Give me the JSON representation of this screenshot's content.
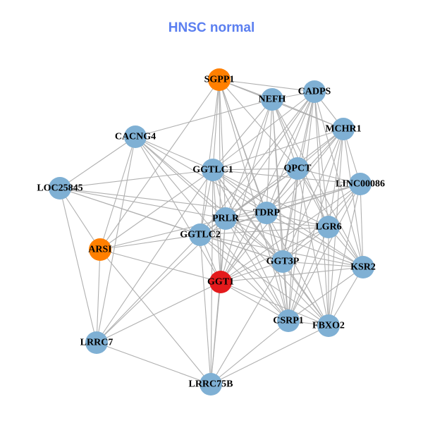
{
  "title": "HNSC normal",
  "colors": {
    "default": "#7fb0d4",
    "orange": "#ff7f00",
    "red": "#e41a1c",
    "edge": "#b0b0b0",
    "title": "#5b7ff0"
  },
  "nodes": [
    {
      "id": "SGPP1",
      "color": "orange"
    },
    {
      "id": "NEFH",
      "color": "default"
    },
    {
      "id": "CADPS",
      "color": "default"
    },
    {
      "id": "MCHR1",
      "color": "default"
    },
    {
      "id": "CACNG4",
      "color": "default"
    },
    {
      "id": "GGTLC1",
      "color": "default"
    },
    {
      "id": "QPCT",
      "color": "default"
    },
    {
      "id": "LINC00086",
      "color": "default"
    },
    {
      "id": "LOC25845",
      "color": "default"
    },
    {
      "id": "PRLR",
      "color": "default"
    },
    {
      "id": "TDRP",
      "color": "default"
    },
    {
      "id": "LGR6",
      "color": "default"
    },
    {
      "id": "GGTLC2",
      "color": "default"
    },
    {
      "id": "ARSI",
      "color": "orange"
    },
    {
      "id": "GGT3P",
      "color": "default"
    },
    {
      "id": "KSR2",
      "color": "default"
    },
    {
      "id": "GGT1",
      "color": "red"
    },
    {
      "id": "CSRP1",
      "color": "default"
    },
    {
      "id": "FBXO2",
      "color": "default"
    },
    {
      "id": "LRRC7",
      "color": "default"
    },
    {
      "id": "LRRC75B",
      "color": "default"
    }
  ],
  "edges": [
    [
      "LOC25845",
      "CACNG4"
    ],
    [
      "LOC25845",
      "GGTLC1"
    ],
    [
      "LOC25845",
      "ARSI"
    ],
    [
      "LOC25845",
      "LRRC7"
    ],
    [
      "LOC25845",
      "PRLR"
    ],
    [
      "LOC25845",
      "GGTLC2"
    ],
    [
      "LOC25845",
      "TDRP"
    ],
    [
      "LOC25845",
      "GGT3P"
    ],
    [
      "CACNG4",
      "NEFH"
    ],
    [
      "CACNG4",
      "GGTLC1"
    ],
    [
      "CACNG4",
      "ARSI"
    ],
    [
      "CACNG4",
      "LRRC7"
    ],
    [
      "CACNG4",
      "PRLR"
    ],
    [
      "CACNG4",
      "GGT3P"
    ],
    [
      "CACNG4",
      "GGT1"
    ],
    [
      "CACNG4",
      "TDRP"
    ],
    [
      "CACNG4",
      "CSRP1"
    ],
    [
      "ARSI",
      "SGPP1"
    ],
    [
      "ARSI",
      "GGTLC2"
    ],
    [
      "ARSI",
      "PRLR"
    ],
    [
      "ARSI",
      "GGT1"
    ],
    [
      "ARSI",
      "LRRC7"
    ],
    [
      "ARSI",
      "LRRC75B"
    ],
    [
      "ARSI",
      "GGTLC1"
    ],
    [
      "LRRC7",
      "GGTLC1"
    ],
    [
      "LRRC7",
      "GGTLC2"
    ],
    [
      "LRRC7",
      "GGT1"
    ],
    [
      "LRRC7",
      "LRRC75B"
    ],
    [
      "LRRC7",
      "PRLR"
    ],
    [
      "SGPP1",
      "NEFH"
    ],
    [
      "SGPP1",
      "CADPS"
    ],
    [
      "SGPP1",
      "GGTLC1"
    ],
    [
      "SGPP1",
      "QPCT"
    ],
    [
      "SGPP1",
      "TDRP"
    ],
    [
      "SGPP1",
      "PRLR"
    ],
    [
      "SGPP1",
      "GGT1"
    ],
    [
      "SGPP1",
      "GGTLC2"
    ],
    [
      "SGPP1",
      "GGT3P"
    ],
    [
      "SGPP1",
      "MCHR1"
    ],
    [
      "SGPP1",
      "CSRP1"
    ],
    [
      "NEFH",
      "CADPS"
    ],
    [
      "NEFH",
      "GGTLC1"
    ],
    [
      "NEFH",
      "QPCT"
    ],
    [
      "NEFH",
      "MCHR1"
    ],
    [
      "NEFH",
      "PRLR"
    ],
    [
      "NEFH",
      "TDRP"
    ],
    [
      "NEFH",
      "LGR6"
    ],
    [
      "NEFH",
      "GGT3P"
    ],
    [
      "NEFH",
      "CSRP1"
    ],
    [
      "NEFH",
      "GGT1"
    ],
    [
      "NEFH",
      "KSR2"
    ],
    [
      "CADPS",
      "GGTLC1"
    ],
    [
      "CADPS",
      "QPCT"
    ],
    [
      "CADPS",
      "MCHR1"
    ],
    [
      "CADPS",
      "PRLR"
    ],
    [
      "CADPS",
      "TDRP"
    ],
    [
      "CADPS",
      "LGR6"
    ],
    [
      "CADPS",
      "GGT3P"
    ],
    [
      "CADPS",
      "GGT1"
    ],
    [
      "CADPS",
      "KSR2"
    ],
    [
      "CADPS",
      "CSRP1"
    ],
    [
      "CADPS",
      "FBXO2"
    ],
    [
      "CADPS",
      "GGTLC2"
    ],
    [
      "MCHR1",
      "QPCT"
    ],
    [
      "MCHR1",
      "LINC00086"
    ],
    [
      "MCHR1",
      "GGTLC1"
    ],
    [
      "MCHR1",
      "PRLR"
    ],
    [
      "MCHR1",
      "TDRP"
    ],
    [
      "MCHR1",
      "LGR6"
    ],
    [
      "MCHR1",
      "GGT3P"
    ],
    [
      "MCHR1",
      "KSR2"
    ],
    [
      "MCHR1",
      "FBXO2"
    ],
    [
      "MCHR1",
      "GGT1"
    ],
    [
      "MCHR1",
      "CSRP1"
    ],
    [
      "GGTLC1",
      "QPCT"
    ],
    [
      "GGTLC1",
      "LINC00086"
    ],
    [
      "GGTLC1",
      "PRLR"
    ],
    [
      "GGTLC1",
      "TDRP"
    ],
    [
      "GGTLC1",
      "LGR6"
    ],
    [
      "GGTLC1",
      "GGTLC2"
    ],
    [
      "GGTLC1",
      "GGT3P"
    ],
    [
      "GGTLC1",
      "GGT1"
    ],
    [
      "GGTLC1",
      "KSR2"
    ],
    [
      "GGTLC1",
      "CSRP1"
    ],
    [
      "GGTLC1",
      "FBXO2"
    ],
    [
      "GGTLC1",
      "LRRC75B"
    ],
    [
      "QPCT",
      "LINC00086"
    ],
    [
      "QPCT",
      "PRLR"
    ],
    [
      "QPCT",
      "TDRP"
    ],
    [
      "QPCT",
      "LGR6"
    ],
    [
      "QPCT",
      "GGTLC2"
    ],
    [
      "QPCT",
      "GGT3P"
    ],
    [
      "QPCT",
      "GGT1"
    ],
    [
      "QPCT",
      "KSR2"
    ],
    [
      "QPCT",
      "CSRP1"
    ],
    [
      "QPCT",
      "FBXO2"
    ],
    [
      "LINC00086",
      "TDRP"
    ],
    [
      "LINC00086",
      "PRLR"
    ],
    [
      "LINC00086",
      "LGR6"
    ],
    [
      "LINC00086",
      "GGT3P"
    ],
    [
      "LINC00086",
      "GGT1"
    ],
    [
      "LINC00086",
      "KSR2"
    ],
    [
      "LINC00086",
      "CSRP1"
    ],
    [
      "LINC00086",
      "FBXO2"
    ],
    [
      "LINC00086",
      "GGTLC2"
    ],
    [
      "PRLR",
      "TDRP"
    ],
    [
      "PRLR",
      "LGR6"
    ],
    [
      "PRLR",
      "GGTLC2"
    ],
    [
      "PRLR",
      "GGT3P"
    ],
    [
      "PRLR",
      "GGT1"
    ],
    [
      "PRLR",
      "KSR2"
    ],
    [
      "PRLR",
      "CSRP1"
    ],
    [
      "PRLR",
      "FBXO2"
    ],
    [
      "PRLR",
      "LRRC75B"
    ],
    [
      "TDRP",
      "LGR6"
    ],
    [
      "TDRP",
      "GGTLC2"
    ],
    [
      "TDRP",
      "GGT3P"
    ],
    [
      "TDRP",
      "GGT1"
    ],
    [
      "TDRP",
      "KSR2"
    ],
    [
      "TDRP",
      "CSRP1"
    ],
    [
      "TDRP",
      "FBXO2"
    ],
    [
      "LGR6",
      "GGTLC2"
    ],
    [
      "LGR6",
      "GGT3P"
    ],
    [
      "LGR6",
      "GGT1"
    ],
    [
      "LGR6",
      "KSR2"
    ],
    [
      "LGR6",
      "CSRP1"
    ],
    [
      "LGR6",
      "FBXO2"
    ],
    [
      "GGTLC2",
      "GGT3P"
    ],
    [
      "GGTLC2",
      "GGT1"
    ],
    [
      "GGTLC2",
      "KSR2"
    ],
    [
      "GGTLC2",
      "CSRP1"
    ],
    [
      "GGTLC2",
      "FBXO2"
    ],
    [
      "GGTLC2",
      "LRRC75B"
    ],
    [
      "GGT3P",
      "GGT1"
    ],
    [
      "GGT3P",
      "KSR2"
    ],
    [
      "GGT3P",
      "CSRP1"
    ],
    [
      "GGT3P",
      "FBXO2"
    ],
    [
      "GGT3P",
      "LRRC75B"
    ],
    [
      "KSR2",
      "CSRP1"
    ],
    [
      "KSR2",
      "FBXO2"
    ],
    [
      "KSR2",
      "GGT1"
    ],
    [
      "GGT1",
      "CSRP1"
    ],
    [
      "GGT1",
      "FBXO2"
    ],
    [
      "GGT1",
      "LRRC75B"
    ],
    [
      "CSRP1",
      "FBXO2"
    ],
    [
      "CSRP1",
      "LRRC75B"
    ],
    [
      "FBXO2",
      "LRRC75B"
    ]
  ]
}
